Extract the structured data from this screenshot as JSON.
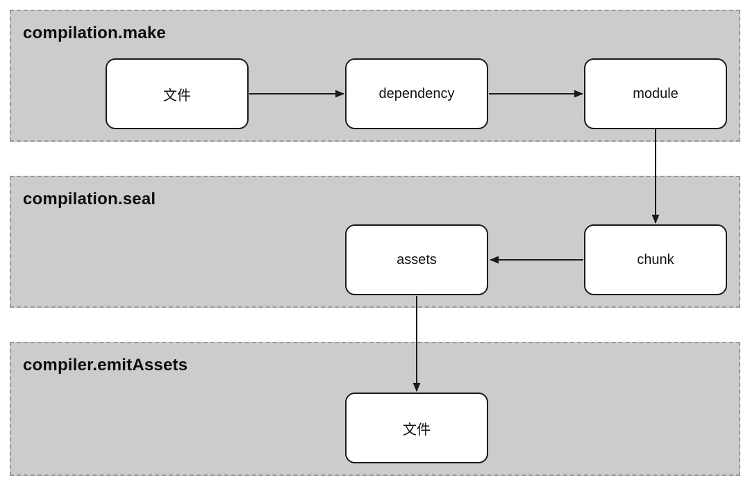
{
  "diagram": {
    "type": "flowchart",
    "sections": [
      {
        "id": "compilation-make",
        "title": "compilation.make",
        "contains": [
          "file-source",
          "dependency",
          "module"
        ]
      },
      {
        "id": "compilation-seal",
        "title": "compilation.seal",
        "contains": [
          "chunk",
          "assets"
        ]
      },
      {
        "id": "compiler-emitAssets",
        "title": "compiler.emitAssets",
        "contains": [
          "file-output"
        ]
      }
    ],
    "nodes": [
      {
        "id": "file-source",
        "label": "文件"
      },
      {
        "id": "dependency",
        "label": "dependency"
      },
      {
        "id": "module",
        "label": "module"
      },
      {
        "id": "assets",
        "label": "assets"
      },
      {
        "id": "chunk",
        "label": "chunk"
      },
      {
        "id": "file-output",
        "label": "文件"
      }
    ],
    "edges": [
      {
        "from": "file-source",
        "to": "dependency",
        "direction": "right"
      },
      {
        "from": "dependency",
        "to": "module",
        "direction": "right"
      },
      {
        "from": "module",
        "to": "chunk",
        "direction": "down"
      },
      {
        "from": "chunk",
        "to": "assets",
        "direction": "left"
      },
      {
        "from": "assets",
        "to": "file-output",
        "direction": "down"
      }
    ],
    "colors": {
      "page_bg": "#ffffff",
      "section_bg": "#cccccc",
      "section_border": "#999999",
      "node_bg": "#ffffff",
      "node_border": "#1a1a1a",
      "arrow": "#1a1a1a",
      "text": "#0d0d0d"
    }
  }
}
